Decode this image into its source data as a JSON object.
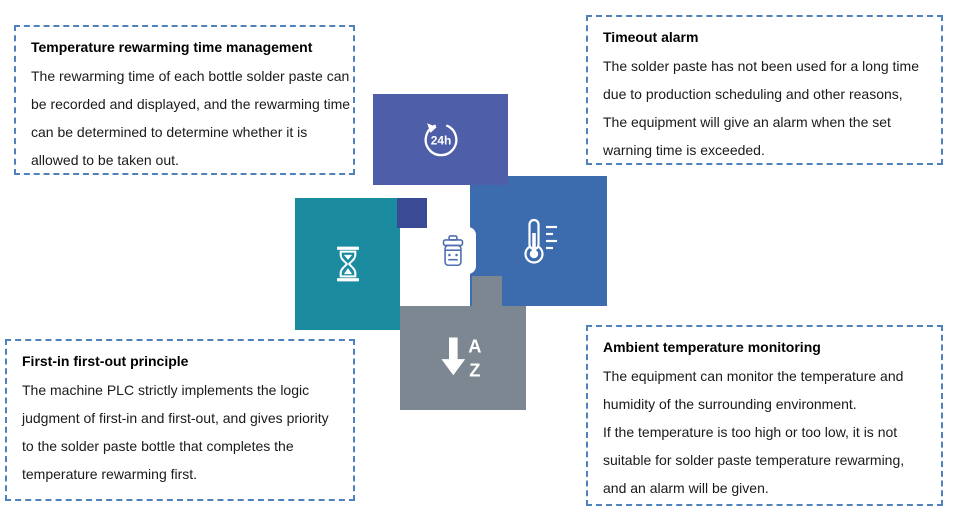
{
  "boxes": {
    "temp_rewarming": {
      "title": "Temperature rewarming time management",
      "lines": [
        "The rewarming time of each bottle solder paste can",
        "be recorded and displayed, and the rewarming time",
        "can be determined to determine whether it is",
        "allowed to be taken out."
      ]
    },
    "timeout_alarm": {
      "title": "Timeout alarm",
      "lines": [
        "The solder paste has not been used for a long time",
        "due to production scheduling and other reasons,",
        "The equipment will give an alarm when the set",
        "warning time is exceeded."
      ]
    },
    "fifo": {
      "title": "First-in first-out principle",
      "lines": [
        "The machine PLC strictly implements the logic",
        "judgment of first-in and first-out, and gives priority",
        "to the solder paste bottle that completes the",
        "temperature rewarming first."
      ]
    },
    "ambient": {
      "title": "Ambient temperature monitoring",
      "lines": [
        "The equipment can monitor the temperature and",
        "humidity of the surrounding environment.",
        "If the temperature is too high or too low, it is not",
        "suitable for solder paste temperature rewarming,",
        "and an alarm will be given."
      ]
    }
  },
  "icons": {
    "clock_label": "24h",
    "sort_top": "A",
    "sort_bottom": "Z"
  },
  "colors": {
    "dashed_border": "#4f81bd",
    "tile_indigo": "#4f5ea8",
    "tile_indigo_dark": "#3b4a94",
    "tile_teal": "#1b8ba0",
    "tile_blue": "#3c6cad",
    "tile_gray": "#7c8791",
    "icon_white": "#ffffff",
    "jar_outline": "#4f6fb0"
  }
}
